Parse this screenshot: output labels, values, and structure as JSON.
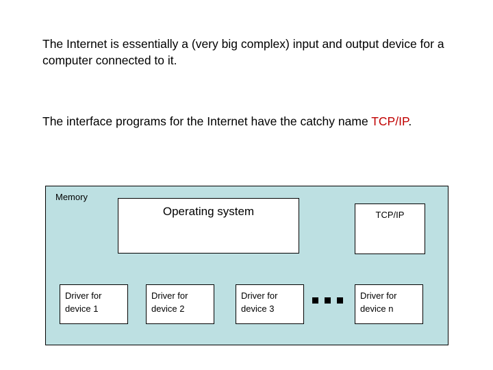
{
  "slide": {
    "paragraphs": [
      {
        "text_before": "The Internet is essentially a (very big complex) input and output device for a computer connected to it.",
        "accent": "",
        "text_after": ""
      },
      {
        "text_before": "The interface programs for the Internet have the catchy name ",
        "accent": "TCP/IP",
        "text_after": "."
      }
    ],
    "accent_color": "#c00000"
  },
  "diagram": {
    "container_label": "Memory",
    "container_color": "#bde0e2",
    "box_color": "#ffffff",
    "border_color": "#000000",
    "os_box": {
      "label": "Operating system"
    },
    "tcpip_box": {
      "label": "TCP/IP"
    },
    "drivers": [
      {
        "label": "Driver for\ndevice 1"
      },
      {
        "label": "Driver for\ndevice 2"
      },
      {
        "label": "Driver for\ndevice 3"
      },
      {
        "label": "Driver for\ndevice n"
      }
    ],
    "ellipsis": "..."
  }
}
